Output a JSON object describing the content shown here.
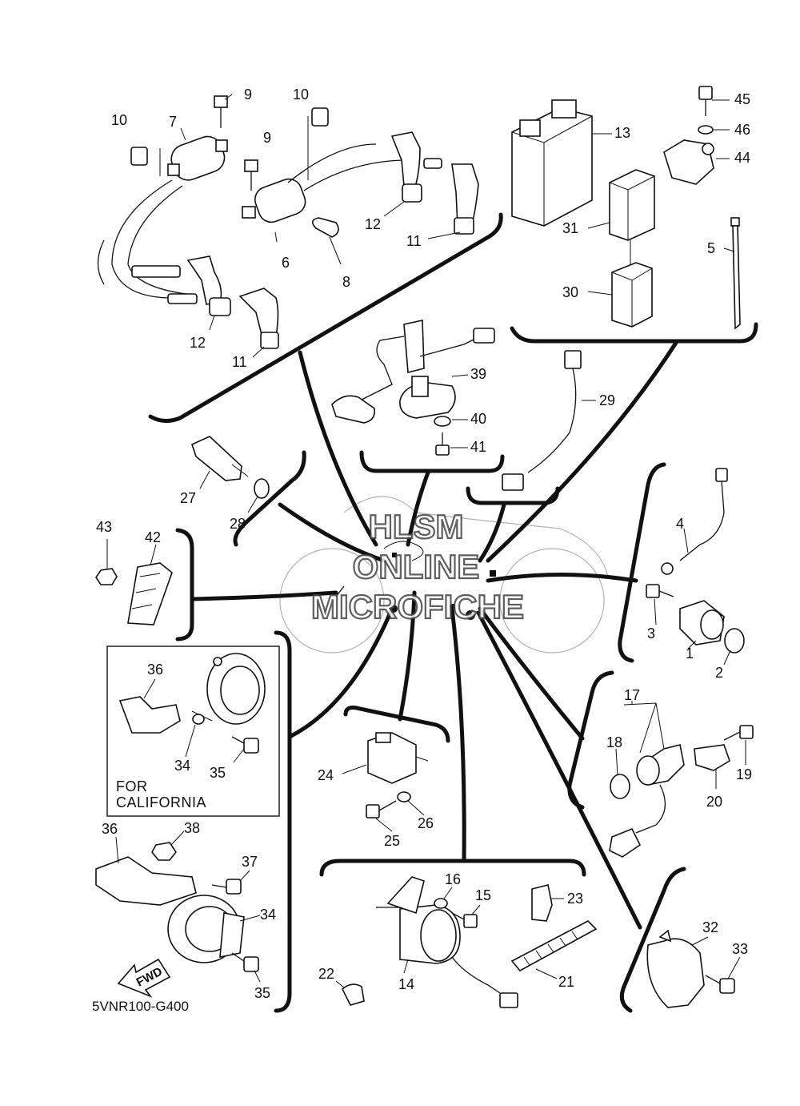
{
  "diagram": {
    "code": "5VNR100-G400",
    "note_line1": "FOR",
    "note_line2": "CALIFORNIA",
    "fwd_label": "FWD",
    "watermark": [
      "HLSM",
      "ONLINE",
      "MICROFICHE"
    ]
  },
  "callouts": [
    {
      "id": "c1",
      "text": "1"
    },
    {
      "id": "c2",
      "text": "2"
    },
    {
      "id": "c3",
      "text": "3"
    },
    {
      "id": "c4",
      "text": "4"
    },
    {
      "id": "c5",
      "text": "5"
    },
    {
      "id": "c6",
      "text": "6"
    },
    {
      "id": "c7",
      "text": "7"
    },
    {
      "id": "c8",
      "text": "8"
    },
    {
      "id": "c9a",
      "text": "9"
    },
    {
      "id": "c9b",
      "text": "9"
    },
    {
      "id": "c10a",
      "text": "10"
    },
    {
      "id": "c10b",
      "text": "10"
    },
    {
      "id": "c11a",
      "text": "11"
    },
    {
      "id": "c11b",
      "text": "11"
    },
    {
      "id": "c12a",
      "text": "12"
    },
    {
      "id": "c12b",
      "text": "12"
    },
    {
      "id": "c13",
      "text": "13"
    },
    {
      "id": "c14",
      "text": "14"
    },
    {
      "id": "c15",
      "text": "15"
    },
    {
      "id": "c16",
      "text": "16"
    },
    {
      "id": "c17",
      "text": "17"
    },
    {
      "id": "c18",
      "text": "18"
    },
    {
      "id": "c19",
      "text": "19"
    },
    {
      "id": "c20",
      "text": "20"
    },
    {
      "id": "c21",
      "text": "21"
    },
    {
      "id": "c22",
      "text": "22"
    },
    {
      "id": "c23",
      "text": "23"
    },
    {
      "id": "c24",
      "text": "24"
    },
    {
      "id": "c25",
      "text": "25"
    },
    {
      "id": "c26",
      "text": "26"
    },
    {
      "id": "c27",
      "text": "27"
    },
    {
      "id": "c28",
      "text": "28"
    },
    {
      "id": "c29",
      "text": "29"
    },
    {
      "id": "c30",
      "text": "30"
    },
    {
      "id": "c31",
      "text": "31"
    },
    {
      "id": "c32",
      "text": "32"
    },
    {
      "id": "c33",
      "text": "33"
    },
    {
      "id": "c34a",
      "text": "34"
    },
    {
      "id": "c34b",
      "text": "34"
    },
    {
      "id": "c35a",
      "text": "35"
    },
    {
      "id": "c35b",
      "text": "35"
    },
    {
      "id": "c36a",
      "text": "36"
    },
    {
      "id": "c36b",
      "text": "36"
    },
    {
      "id": "c37",
      "text": "37"
    },
    {
      "id": "c38",
      "text": "38"
    },
    {
      "id": "c39",
      "text": "39"
    },
    {
      "id": "c40",
      "text": "40"
    },
    {
      "id": "c41",
      "text": "41"
    },
    {
      "id": "c42",
      "text": "42"
    },
    {
      "id": "c43",
      "text": "43"
    },
    {
      "id": "c44",
      "text": "44"
    },
    {
      "id": "c45",
      "text": "45"
    },
    {
      "id": "c46",
      "text": "46"
    }
  ]
}
